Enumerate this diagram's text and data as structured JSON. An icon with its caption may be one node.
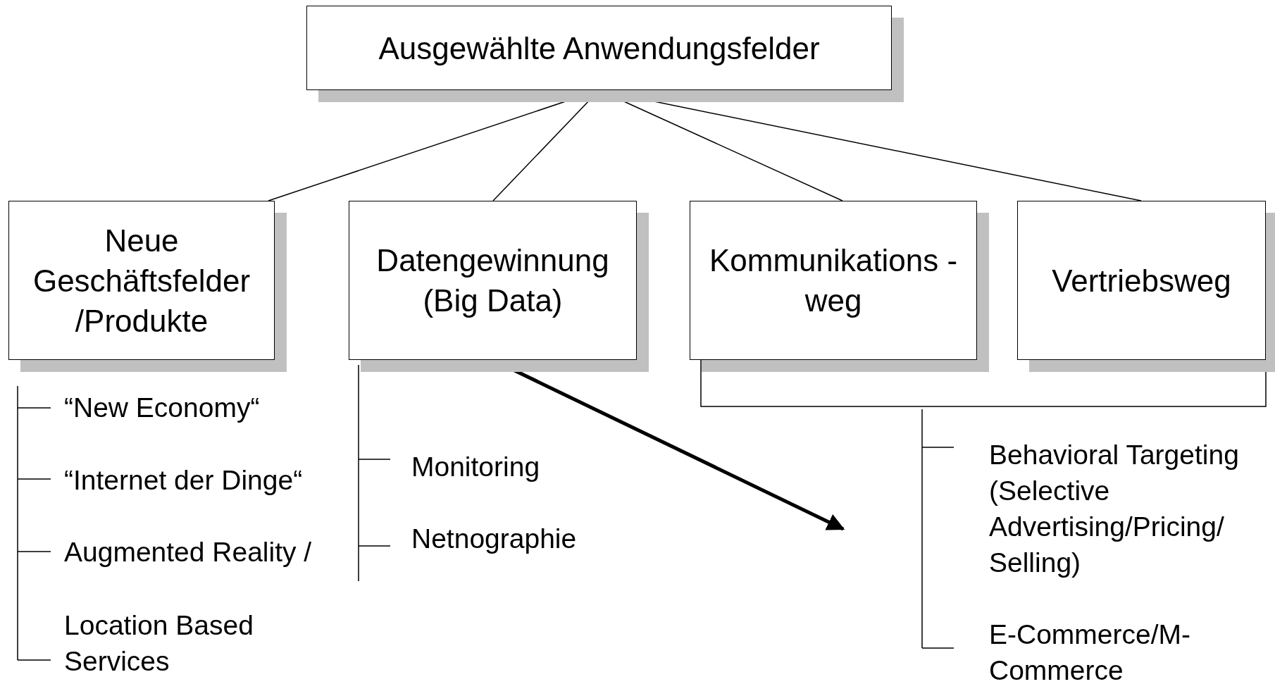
{
  "diagram": {
    "nodes": [
      {
        "text": [
          "Ausgewählte Anwendungsfelder"
        ]
      },
      {
        "text": [
          "Neue Geschäftsfelder /Produkte"
        ]
      },
      {
        "text": [
          "Datengewinnung (Big Data)"
        ]
      },
      {
        "text": [
          "Kommunikations -weg"
        ]
      },
      {
        "text": [
          "Vertriebsweg"
        ]
      }
    ],
    "edges": [
      {
        "from": 0,
        "to": 1,
        "arrow": "none"
      },
      {
        "from": 0,
        "to": 2,
        "arrow": "none"
      },
      {
        "from": 0,
        "to": 3,
        "arrow": "none"
      },
      {
        "from": 0,
        "to": 4,
        "arrow": "none"
      },
      {
        "from": 2,
        "to": null,
        "arrow": "to",
        "style": "thick"
      }
    ],
    "labels": [
      "“New Economy“",
      "“Internet der Dinge“",
      "Augmented Reality /",
      "Location Based Services",
      "Monitoring",
      "Netnographie",
      "Behavioral Targeting (Selective Advertising/Pricing/ Selling)",
      "E-Commerce/M-Commerce"
    ]
  }
}
